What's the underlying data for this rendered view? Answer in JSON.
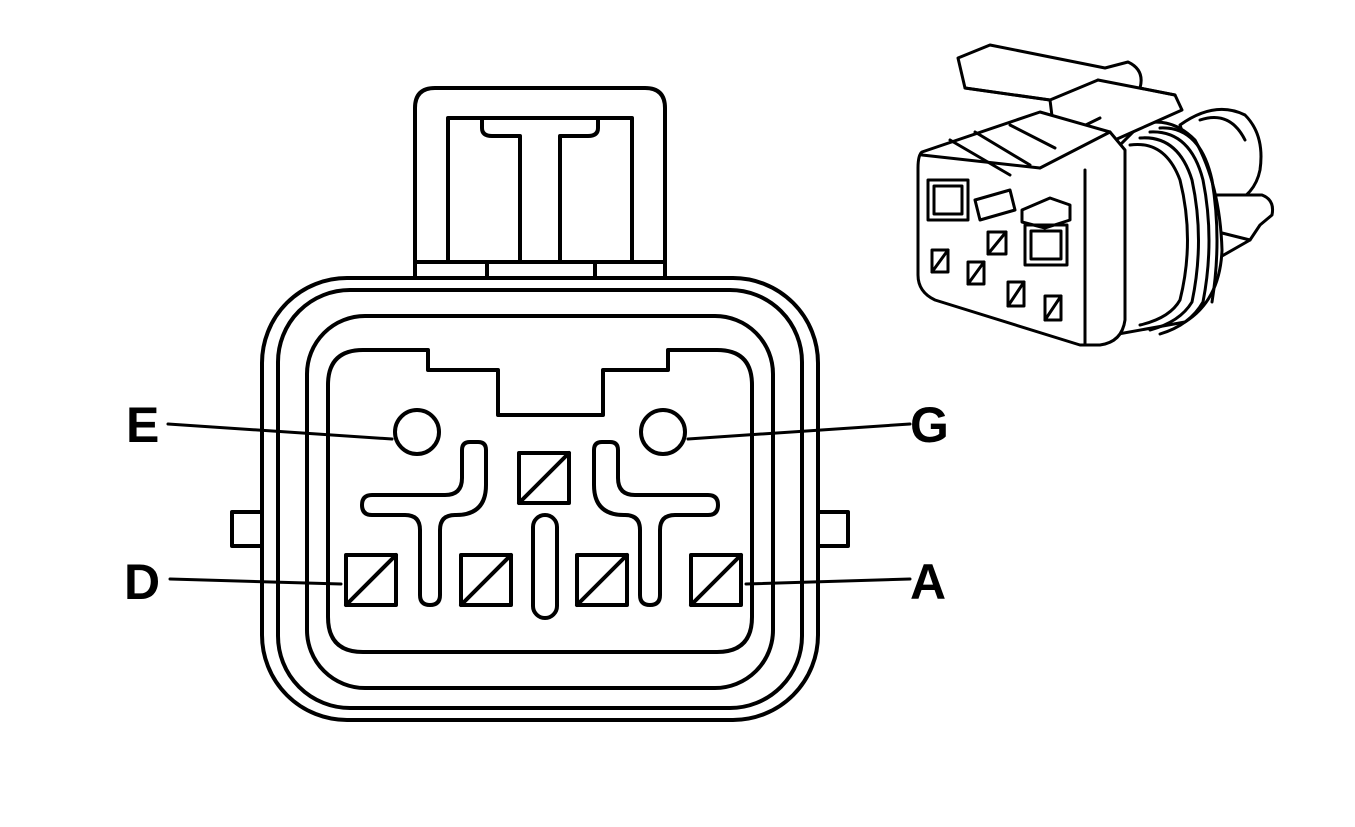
{
  "diagram": {
    "terminals": [
      {
        "id": "E",
        "label": "E",
        "shape": "round"
      },
      {
        "id": "G",
        "label": "G",
        "shape": "round"
      },
      {
        "id": "D",
        "label": "D",
        "shape": "square"
      },
      {
        "id": "A",
        "label": "A",
        "shape": "square"
      }
    ],
    "colors": {
      "line": "#000000",
      "background": "#ffffff"
    }
  }
}
